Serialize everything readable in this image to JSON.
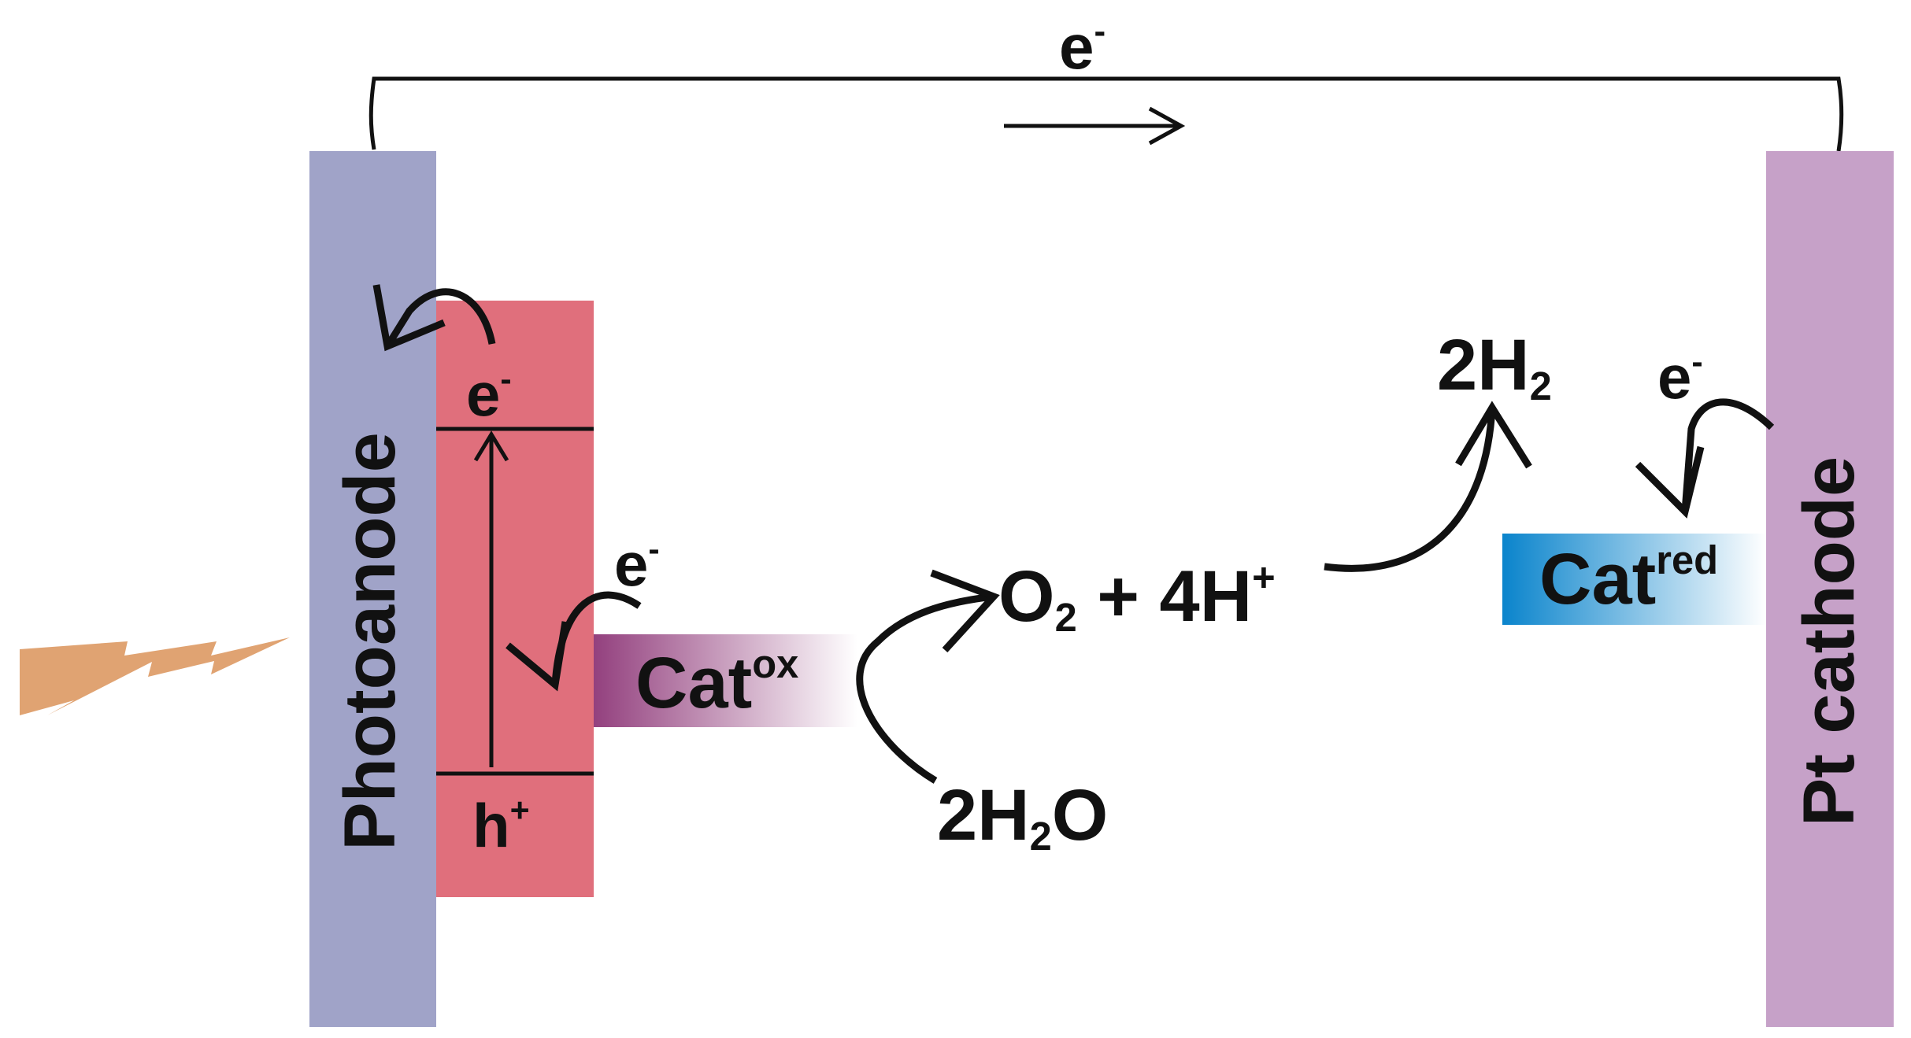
{
  "labels": {
    "photoanode": "Photoanode",
    "pt_cathode": "Pt cathode",
    "circuit_electron": {
      "base": "e",
      "sup": "-"
    },
    "cb_electron": {
      "base": "e",
      "sup": "-"
    },
    "vb_hole": {
      "base": "h",
      "sup": "+"
    },
    "cat_electron": {
      "base": "e",
      "sup": "-"
    },
    "cathode_electron": {
      "base": "e",
      "sup": "-"
    },
    "cat_ox": {
      "base": "Cat",
      "sup": "ox"
    },
    "cat_red": {
      "base": "Cat",
      "sup": "red"
    },
    "water": {
      "pre": "2H",
      "sub": "2",
      "post": "O"
    },
    "oxygen_protons": {
      "o": "O",
      "o_sub": "2",
      "mid": " + 4H",
      "sup": "+"
    },
    "hydrogen": {
      "pre": "2H",
      "sub": "2"
    }
  },
  "colors": {
    "photoanode": "#A0A3C8",
    "semiconductor": "#E06F7C",
    "cathode": "#C6A1C8",
    "cat_ox_start": "#93407E",
    "cat_ox_end": "#FFFFFF",
    "cat_red_start": "#0A84CC",
    "cat_red_end": "#FFFFFF",
    "light": "#E0A372",
    "ink": "#111111"
  }
}
